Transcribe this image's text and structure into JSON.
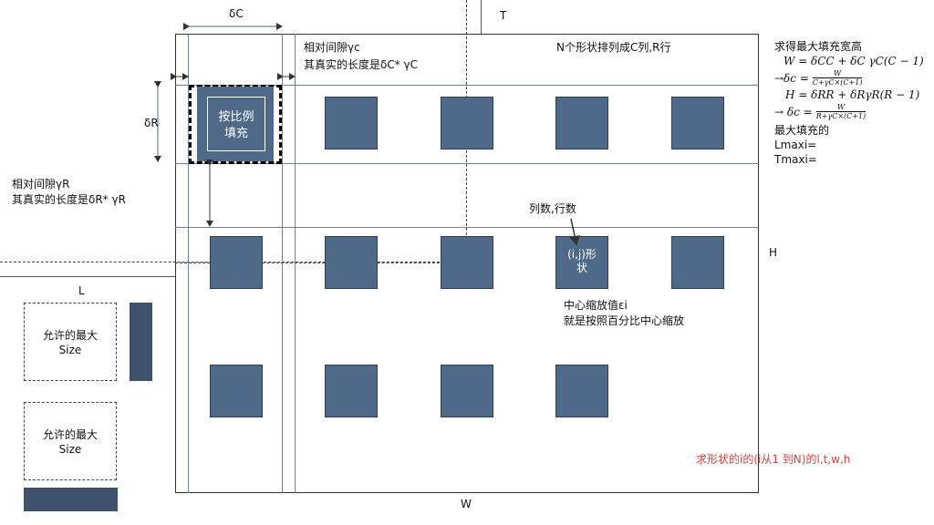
{
  "labels": {
    "top_T": "T",
    "left_L": "L",
    "right_H": "H",
    "bottom_W": "W",
    "delta_c": "δC",
    "delta_r": "δR",
    "gap_c_line1": "相对间隙γc",
    "gap_c_line2": "其真实的长度是δC* γC",
    "n_shapes": "N个形状排列成C列,R行",
    "gap_r_line1": "相对间隙γR",
    "gap_r_line2": "其真实的长度是δR* γR",
    "scale_fill_line1": "按比例",
    "scale_fill_line2": "填充",
    "col_row_count": "列数,行数",
    "shape_ij_line1": "(i,j)形",
    "shape_ij_line2": "状",
    "center_scale_line1": "中心缩放值εi",
    "center_scale_line2": "就是按照百分比中心缩放",
    "allowed_max_1_line1": "允许的最大",
    "allowed_max_1_line2": "Size",
    "allowed_max_2_line1": "允许的最大",
    "allowed_max_2_line2": "Size",
    "red_note": "求形状的i的(i从1  到N)的l,t,w,h"
  },
  "formulas": {
    "title": "求得最大填充宽高",
    "w_eq": "W = δCC + δC γC(C − 1)",
    "dc_eq_lhs": "→δc =",
    "dc_eq_num": "W",
    "dc_eq_den": "C+γC×(C+1)",
    "h_eq": "H = δRR + δRγR(R − 1)",
    "dr_eq_lhs": "→  δc =",
    "dr_eq_num": "W",
    "dr_eq_den": "R+γC×(C+1)",
    "max_fill": "最大填充的",
    "lmaxi": "Lmaxi=",
    "tmaxi": "Tmaxi="
  },
  "colors": {
    "shape_fill": "#4f6a88",
    "red_note": "#d9433f",
    "grid_line": "#6b8299"
  }
}
